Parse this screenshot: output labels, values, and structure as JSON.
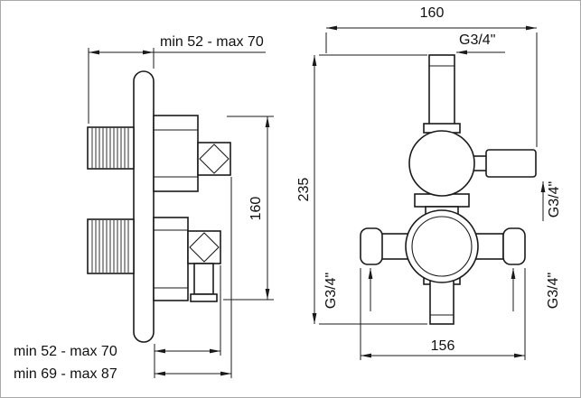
{
  "page": {
    "background": "#ffffff",
    "line_color": "#1a1a1a",
    "border_color": "#a8a8a8"
  },
  "side_view": {
    "dim_depth_top": "min 52 - max 70",
    "dim_height": "160",
    "dim_depth_bottom_1": "min 52 - max 70",
    "dim_depth_bottom_2": "min 69 - max 87"
  },
  "front_view": {
    "dim_width_top": "160",
    "dim_height": "235",
    "dim_width_bottom": "156",
    "thread_top": "G3/4\"",
    "thread_outlet_right": "G3/4\"",
    "thread_inlet_left": "G3/4\"",
    "thread_inlet_right": "G3/4\""
  }
}
